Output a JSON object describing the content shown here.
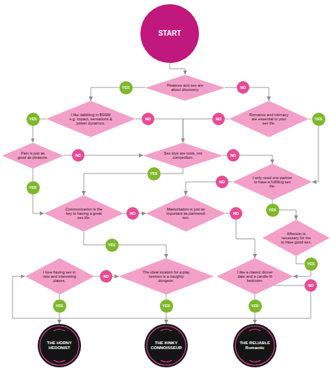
{
  "diagram": {
    "nodes": [
      {
        "text": [
          "START"
        ]
      },
      {
        "text": [
          "YES"
        ]
      },
      {
        "text": [
          "Pleasure and sex are about discovery."
        ]
      },
      {
        "text": [
          "NO"
        ]
      },
      {
        "text": [
          "YES"
        ]
      },
      {
        "text": [
          "I like dabbling in BDSM e.g. impact, sensations & power dynamics."
        ]
      },
      {
        "text": [
          "NO"
        ]
      },
      {
        "text": [
          "NO"
        ]
      },
      {
        "text": [
          "Romance and intimacy are essential to your sex life."
        ]
      },
      {
        "text": [
          "YES"
        ]
      },
      {
        "text": [
          "Pain is just as good as pleasure."
        ]
      },
      {
        "text": [
          "NO"
        ]
      },
      {
        "text": [
          "Sex toys are tools, not competition."
        ]
      },
      {
        "text": [
          "NO"
        ]
      },
      {
        "text": [
          "YES"
        ]
      },
      {
        "text": [
          "NO"
        ]
      },
      {
        "text": [
          "I only need one partner to have a fulfilling sex life."
        ]
      },
      {
        "text": [
          "YES"
        ]
      },
      {
        "text": [
          "Communication is the key to having a great sex life."
        ]
      },
      {
        "text": [
          "NO"
        ]
      },
      {
        "text": [
          "Masturbation is just as important as partnered sex."
        ]
      },
      {
        "text": [
          "YES"
        ]
      },
      {
        "text": [
          "NO"
        ]
      },
      {
        "text": [
          "Affection is necessary for me to have good sex."
        ]
      },
      {
        "text": [
          "YES"
        ]
      },
      {
        "text": [
          "YES"
        ]
      },
      {
        "text": [
          "I love having sex in new and interesting places."
        ]
      },
      {
        "text": [
          "NO"
        ]
      },
      {
        "text": [
          "The ideal location for a play session is a naughty dungeon."
        ]
      },
      {
        "text": [
          "I like a classic dinner date and a candle-lit bedroom."
        ]
      },
      {
        "text": [
          "NO"
        ]
      },
      {
        "text": [
          "YES"
        ]
      },
      {
        "text": [
          "YES"
        ]
      },
      {
        "text": [
          "YES"
        ]
      },
      {
        "text": [
          "THE HORNY HEDONIST"
        ]
      },
      {
        "text": [
          "THE KINKY CONNOISSEUR"
        ]
      },
      {
        "text": [
          "THE RELIABLE Romantic"
        ]
      }
    ],
    "edges": [
      {
        "from": 0,
        "to": 2,
        "arrow": "to"
      },
      {
        "from": 2,
        "to": 1,
        "arrow": "none"
      },
      {
        "from": 1,
        "to": 5,
        "arrow": "to"
      },
      {
        "from": 2,
        "to": 3,
        "arrow": "none"
      },
      {
        "from": 3,
        "to": 8,
        "arrow": "to"
      },
      {
        "from": 5,
        "to": 4,
        "arrow": "none"
      },
      {
        "from": 4,
        "to": 10,
        "arrow": "to"
      },
      {
        "from": 5,
        "to": 6,
        "arrow": "none"
      },
      {
        "from": 6,
        "to": 12,
        "arrow": "to"
      },
      {
        "from": 8,
        "to": 7,
        "arrow": "none"
      },
      {
        "from": 7,
        "to": 12,
        "arrow": "to"
      },
      {
        "from": 8,
        "to": 9,
        "arrow": "none"
      },
      {
        "from": 9,
        "to": 16,
        "arrow": "to"
      },
      {
        "from": 10,
        "to": 11,
        "arrow": "none"
      },
      {
        "from": 11,
        "to": 12,
        "arrow": "to"
      },
      {
        "from": 12,
        "to": 13,
        "arrow": "none"
      },
      {
        "from": 13,
        "to": 16,
        "arrow": "to"
      },
      {
        "from": 12,
        "to": 14,
        "arrow": "none"
      },
      {
        "from": 14,
        "to": 18,
        "arrow": "to"
      },
      {
        "from": 16,
        "to": 15,
        "arrow": "none"
      },
      {
        "from": 15,
        "to": 20,
        "arrow": "to"
      },
      {
        "from": 10,
        "to": 17,
        "arrow": "none"
      },
      {
        "from": 17,
        "to": 18,
        "arrow": "to"
      },
      {
        "from": 18,
        "to": 19,
        "arrow": "none"
      },
      {
        "from": 19,
        "to": 20,
        "arrow": "to"
      },
      {
        "from": 16,
        "to": 21,
        "arrow": "none"
      },
      {
        "from": 21,
        "to": 23,
        "arrow": "to"
      },
      {
        "from": 20,
        "to": 22,
        "arrow": "none"
      },
      {
        "from": 22,
        "to": 29,
        "arrow": "to"
      },
      {
        "from": 18,
        "to": 24,
        "arrow": "none"
      },
      {
        "from": 24,
        "to": 28,
        "arrow": "to"
      },
      {
        "from": 23,
        "to": 25,
        "arrow": "none"
      },
      {
        "from": 25,
        "to": 29,
        "arrow": "to"
      },
      {
        "from": 26,
        "to": 27,
        "arrow": "none"
      },
      {
        "from": 27,
        "to": 28,
        "arrow": "to"
      },
      {
        "from": 29,
        "to": 30,
        "arrow": "none"
      },
      {
        "from": 30,
        "to": 26,
        "arrow": "to"
      },
      {
        "from": 26,
        "to": 31,
        "arrow": "none"
      },
      {
        "from": 28,
        "to": 32,
        "arrow": "none"
      },
      {
        "from": 29,
        "to": 33,
        "arrow": "none"
      },
      {
        "from": 31,
        "to": 34,
        "arrow": "to"
      },
      {
        "from": 32,
        "to": 35,
        "arrow": "to"
      },
      {
        "from": 33,
        "to": 36,
        "arrow": "to"
      }
    ]
  }
}
